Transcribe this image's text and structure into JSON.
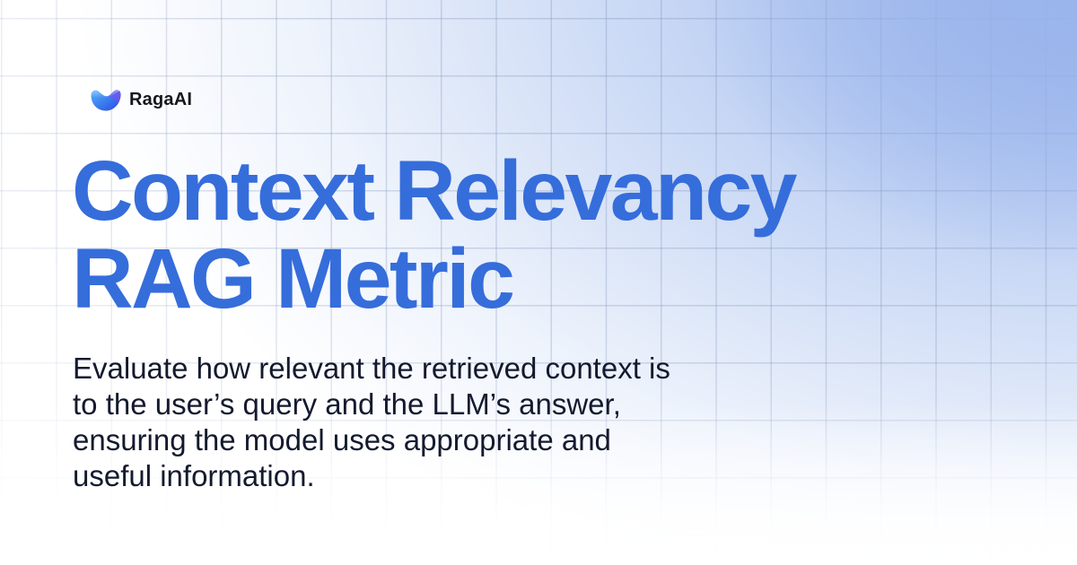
{
  "brand": {
    "name": "RagaAI",
    "logo_icon": "wave-bowl-logo-icon",
    "logo_colors": {
      "light": "#4FA8F7",
      "mid": "#3B7CF0",
      "deep": "#2F4FE3",
      "lobe": "#6A5CF2"
    }
  },
  "title": {
    "lines": [
      "Context Relevancy",
      "RAG Metric"
    ],
    "color": "#356DDB"
  },
  "description": {
    "lines": [
      "Evaluate how relevant the retrieved context is",
      "to the user’s query and the LLM’s answer,",
      "ensuring the model uses appropriate and",
      "useful information."
    ],
    "color": "#141A2E"
  },
  "background": {
    "accent": "#93B0EC",
    "base": "#FFFFFF",
    "grid_line": "#8C9CC3"
  }
}
